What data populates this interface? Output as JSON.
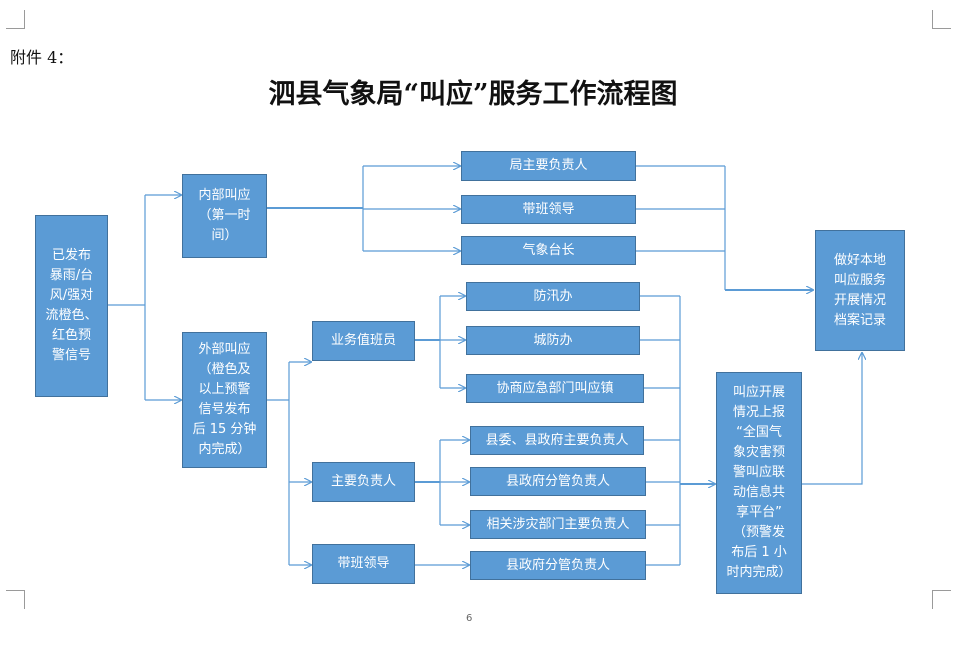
{
  "header": {
    "attachment_label": "附件 4：",
    "title": "泗县气象局“叫应”服务工作流程图",
    "page_number": "6"
  },
  "colors": {
    "box_fill": "#5b9bd5",
    "box_border": "#41719c",
    "connector": "#5b9bd5",
    "text": "#ffffff"
  },
  "nodes": {
    "trigger": "已发布\n暴雨/台\n风/强对\n流橙色、\n红色预\n警信号",
    "internal": "内部叫应\n（第一时\n间）",
    "external": "外部叫应\n（橙色及\n以上预警\n信号发布\n后 15 分钟\n内完成）",
    "int_1": "局主要负责人",
    "int_2": "带班领导",
    "int_3": "气象台长",
    "duty": "业务值班员",
    "duty_1": "防汛办",
    "duty_2": "城防办",
    "duty_3": "协商应急部门叫应镇",
    "head": "主要负责人",
    "head_1": "县委、县政府主要负责人",
    "head_2": "县政府分管负责人",
    "head_3": "相关涉灾部门主要负责人",
    "lead": "带班领导",
    "lead_1": "县政府分管负责人",
    "report": "叫应开展\n情况上报\n“全国气\n象灾害预\n警叫应联\n动信息共\n享平台”\n（预警发\n布后 1 小\n时内完成）",
    "record": "做好本地\n叫应服务\n开展情况\n档案记录"
  }
}
